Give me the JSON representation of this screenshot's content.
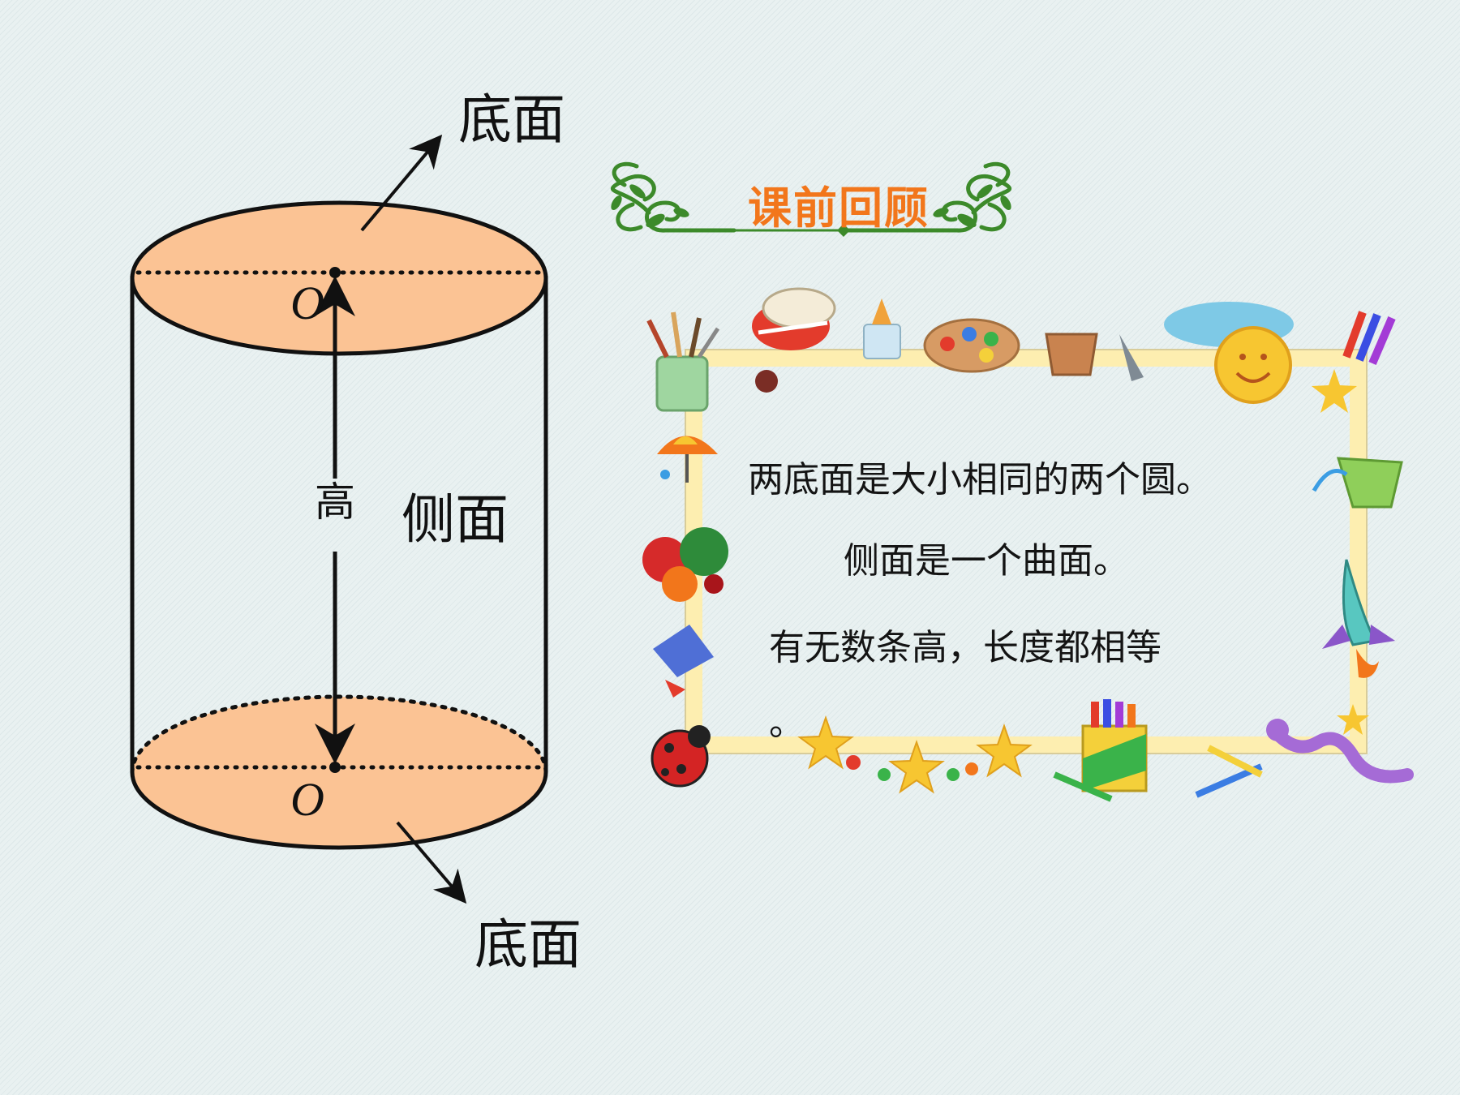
{
  "diagram": {
    "labels": {
      "top_base": "底面",
      "bottom_base": "底面",
      "lateral": "侧面",
      "height": "高",
      "top_center": "O",
      "bottom_center": "O"
    },
    "colors": {
      "base_fill": "#fbc394",
      "outline": "#111111"
    }
  },
  "review_panel": {
    "title": "课前回顾",
    "lines": [
      "两底面是大小相同的两个圆。",
      "侧面是一个曲面。",
      "有无数条高，长度都相等",
      "。"
    ],
    "colors": {
      "title": "#f2761b",
      "frame": "#fdeeb0",
      "vine": "#3c8a2a"
    }
  }
}
